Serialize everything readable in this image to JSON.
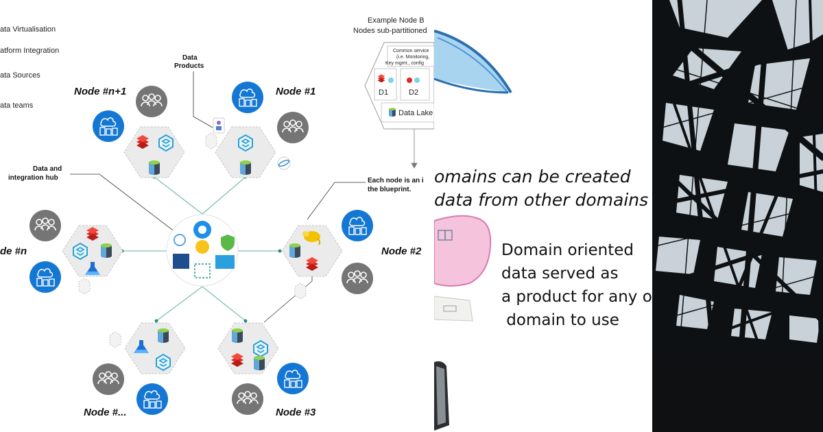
{
  "legend": {
    "items": [
      "ata Virtualisation",
      "atform Integration",
      "ata Sources",
      "ata teams"
    ]
  },
  "nodes": {
    "node_n1": "Node #n+1",
    "node_1": "Node #1",
    "node_n": "de #n",
    "node_2": "Node #2",
    "node_etc": "Node #...",
    "node_3": "Node #3"
  },
  "callouts": {
    "data_products": [
      "Data",
      "Products"
    ],
    "hub": [
      "Data and",
      "integration hub"
    ],
    "each_node": [
      "Each node is an i",
      "the blueprint."
    ]
  },
  "example": {
    "title": "Example Node B",
    "subtitle": "Nodes sub-partitioned",
    "common_services": [
      "Common service",
      "(i.e. Monitoring,",
      "Key mgmt., config"
    ],
    "d1": "D1",
    "d2": "D2",
    "data_lake": "Data Lake"
  },
  "middle": {
    "italic_lines": [
      "omains can be created",
      "data from other domains"
    ],
    "main_lines": [
      "Domain oriented",
      "data served as",
      "a product for any other",
      " domain to use"
    ]
  },
  "colors": {
    "hex_fill": "#ebebeb",
    "people_grey": "#757575",
    "blue_icon": "#1477d3",
    "connector": "#7fbfb5",
    "photo_dark": "#0e1113"
  }
}
